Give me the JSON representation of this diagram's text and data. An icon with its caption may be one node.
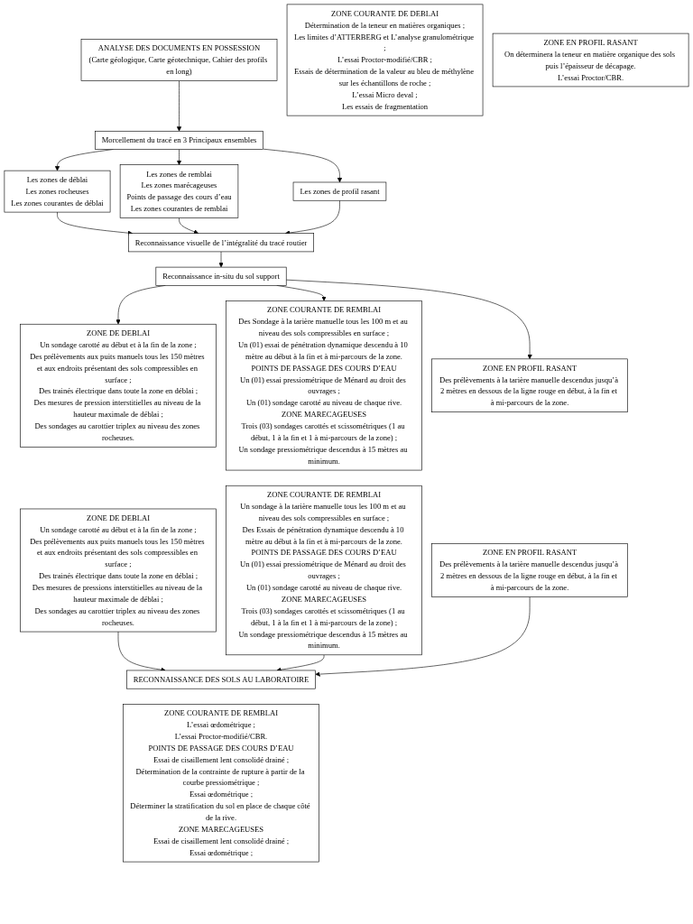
{
  "diagram": {
    "nodes": [
      {
        "text": [
          "ANALYSE DES DOCUMENTS EN POSSESSION",
          "(Carte géologique, Carte géotechnique, Cahier des profils en long)"
        ]
      },
      {
        "text": [
          "Morcellement du tracé en 3 Principaux ensembles"
        ]
      },
      {
        "text": [
          "Les zones de déblai",
          "Les zones rocheuses",
          "Les zones courantes de déblai"
        ]
      },
      {
        "text": [
          "Les zones de remblai",
          "Les zones marécageuses",
          "Points de passage des cours d’eau",
          "Les zones courantes de remblai"
        ]
      },
      {
        "text": [
          "Les zones de profil rasant"
        ]
      },
      {
        "text": [
          "Reconnaissance visuelle de l’intégralité du tracé routier"
        ]
      },
      {
        "text": [
          "Reconnaissance in-situ du sol support"
        ]
      },
      {
        "text": [
          "ZONE DE DEBLAI",
          "Un sondage carotté au début et à la fin de la zone ;",
          "Des prélèvements aux puits manuels tous les 150 mètres et aux endroits présentant des sols compressibles en surface ;",
          "Des trainés électrique dans toute la zone en déblai ;",
          "Des mesures de pression interstitielles au niveau de la hauteur maximale de déblai ;",
          "Des sondages au carottier triplex au niveau des zones rocheuses."
        ]
      },
      {
        "text": [
          "ZONE COURANTE DE REMBLAI",
          "Des Sondage à la tarière manuelle tous les 100 m et au niveau des sols compressibles en surface ;",
          "Un (01) essai de pénétration dynamique descendu à 10 mètre au début à la fin et à mi-parcours de la zone.",
          "POINTS DE PASSAGE DES COURS D’EAU",
          "Un (01) essai pressiométrique de Ménard au droit des ouvrages ;",
          "Un (01) sondage carotté au niveau de chaque rive.",
          "ZONE MARECAGEUSES",
          "Trois (03) sondages carottés et scissométriques (1 au début, 1 à la fin et 1 à mi-parcours de la zone) ;",
          "Un sondage pressiométrique descendus à 15 mètres au minimum."
        ]
      },
      {
        "text": [
          "ZONE EN PROFIL RASANT",
          "Des prélèvements à la tarière manuelle descendus jusqu’à 2 mètres en dessous de la ligne rouge en début, à la fin et à mi-parcours de la zone."
        ]
      },
      {
        "text": [
          "ZONE DE DEBLAI",
          "Un sondage carotté au début et à la fin de la zone ;",
          "Des prélèvements aux puits manuels tous les 150 mètres et aux endroits présentant des sols compressibles en surface ;",
          "Des trainés électrique dans toute la zone en déblai ;",
          "Des mesures de pressions interstitielles au niveau de la hauteur maximale de déblai ;",
          "Des sondages au carottier triplex au niveau des zones rocheuses."
        ]
      },
      {
        "text": [
          "ZONE COURANTE DE REMBLAI",
          "Un sondage à la tarière manuelle tous les 100 m et au niveau des sols compressibles en surface ;",
          "Des Essais de pénétration dynamique descendu à 10 mètre au début à la fin et à mi-parcours de la zone.",
          "POINTS DE PASSAGE DES COURS D’EAU",
          "Un (01) essai pressiométrique de Ménard au droit des ouvrages ;",
          "Un (01) sondage carotté au niveau de chaque rive.",
          "ZONE MARECAGEUSES",
          "Trois (03) sondages carottés et scissométriques (1 au début, 1 à la fin et 1 à mi-parcours de la zone) ;",
          "Un sondage pressiométrique descendus à 15 mètres au minimum."
        ]
      },
      {
        "text": [
          "ZONE EN PROFIL RASANT",
          "Des prélèvements à la tarière manuelle descendus jusqu’à 2 mètres en dessous de la ligne rouge en début, à la fin et à mi-parcours de la zone."
        ]
      },
      {
        "text": [
          "RECONNAISSANCE DES SOLS AU LABORATOIRE"
        ]
      },
      {
        "text": [
          "ZONE COURANTE DE DEBLAI",
          "Détermination de la teneur en matières organiques ;",
          "Les limites d’ATTERBERG et L’analyse granulométrique ;",
          "L’essai Proctor-modifié/CBR ;",
          "Essais de détermination de la valeur au bleu de méthylène sur les échantillons de roche ;",
          "L’essai Micro deval ;",
          "Les essais de fragmentation"
        ]
      },
      {
        "text": [
          "ZONE COURANTE DE REMBLAI",
          "L’essai œdométrique ;",
          "L’essai Proctor-modifié/CBR.",
          "POINTS DE PASSAGE DES COURS D’EAU",
          "Essai de cisaillement lent consolidé drainé ;",
          "Détermination de la contrainte de rupture à partir de la courbe pressiométrique ;",
          "Essai œdométrique ;",
          "Déterminer la stratification du sol en place de chaque côté de la rive.",
          "ZONE MARECAGEUSES",
          "Essai de cisaillement lent consolidé drainé ;",
          "Essai œdométrique ;"
        ]
      },
      {
        "text": [
          "ZONE EN PROFIL RASANT",
          "On déterminera la teneur en matière organique des sols puis l’épaisseur de décapage.",
          "L’essai Proctor/CBR."
        ]
      }
    ],
    "edges": [
      {
        "from": 0,
        "to": 1,
        "arrow": "to"
      },
      {
        "from": 1,
        "to": 2,
        "arrow": "to"
      },
      {
        "from": 1,
        "to": 3,
        "arrow": "to"
      },
      {
        "from": 1,
        "to": 4,
        "arrow": "to"
      },
      {
        "from": 2,
        "to": 5,
        "arrow": "to"
      },
      {
        "from": 3,
        "to": 5,
        "arrow": "to"
      },
      {
        "from": 4,
        "to": 5,
        "arrow": "to"
      },
      {
        "from": 5,
        "to": 6,
        "arrow": "to"
      },
      {
        "from": 6,
        "to": 7,
        "arrow": "to"
      },
      {
        "from": 6,
        "to": 8,
        "arrow": "to"
      },
      {
        "from": 6,
        "to": 9,
        "arrow": "to"
      },
      {
        "from": 10,
        "to": 13,
        "arrow": "to"
      },
      {
        "from": 11,
        "to": 13,
        "arrow": "to"
      },
      {
        "from": 12,
        "to": 13,
        "arrow": "to"
      }
    ]
  }
}
